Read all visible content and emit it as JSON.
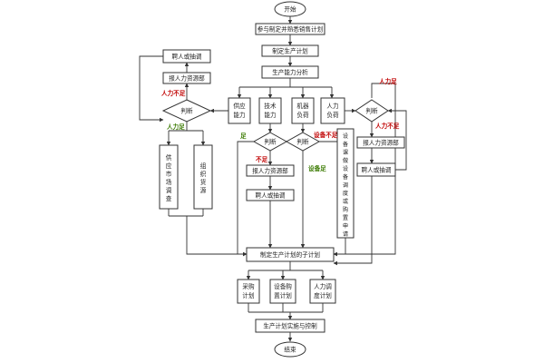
{
  "nodes": {
    "start": "开始",
    "participate": "参与制定并熟悉销售计划",
    "make_plan": "制定生产计划",
    "capacity": "生产能力分析",
    "supply": [
      "供应",
      "能力"
    ],
    "tech": [
      "技术",
      "能力"
    ],
    "machine": [
      "机器",
      "负荷"
    ],
    "manpower_load": [
      "人力",
      "负荷"
    ],
    "judge_left": "判断",
    "judge_mid": "判断",
    "judge_mid2": "判断",
    "judge_right": "判断",
    "hire_top_left": "聘人或抽调",
    "hr_top_left": "报人力资源部",
    "supply_market": [
      "供",
      "应",
      "市",
      "场",
      "调",
      "查"
    ],
    "organize": [
      "组",
      "织",
      "货",
      "源"
    ],
    "hr_mid": "报人力资源部",
    "hire_mid": "聘人或抽调",
    "equipment_col": [
      "设",
      "备",
      "课",
      "做",
      "设",
      "备",
      "调",
      "度",
      "或",
      "购",
      "置",
      "申",
      "请"
    ],
    "hr_right": "报人力资源部",
    "hire_right": "聘人或抽调",
    "sub_plan": "制定生产计划的子计划",
    "purchase": [
      "采购",
      "计划"
    ],
    "equip_plan": [
      "设备购",
      "置计划"
    ],
    "manpower_plan": [
      "人力调",
      "度计划"
    ],
    "implement": "生产计划实施与控制",
    "end": "结束"
  },
  "edge_labels": {
    "left_insufficient": "人力不足",
    "left_sufficient": "人力足",
    "mid_sufficient": "足",
    "mid_insufficient": "不足",
    "equip_insufficient": "设备不足",
    "equip_sufficient": "设备足",
    "right_sufficient": "人力足",
    "right_insufficient": "人力不足"
  }
}
